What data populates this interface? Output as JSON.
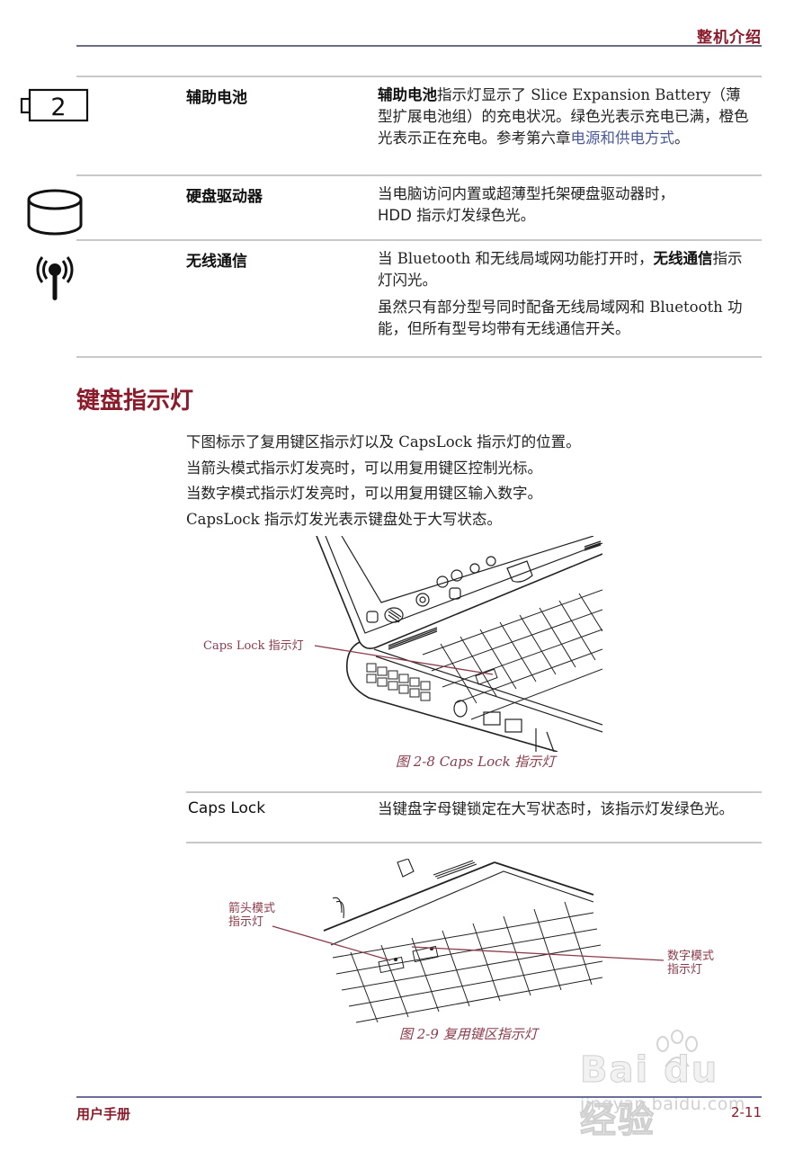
{
  "header": {
    "title": "整机介绍"
  },
  "indicators": [
    {
      "icon": "battery-2-icon",
      "icon_text": "2",
      "label": "辅助电池",
      "desc_bold": "辅助电池",
      "desc_main": "指示灯显示了 Slice Expansion Battery（薄型扩展电池组）的充电状况。绿色光表示充电已满，橙色光表示正在充电。参考第六章",
      "desc_link": "电源和供电方式",
      "desc_end": "。"
    },
    {
      "icon": "hard-disk-icon",
      "label": "硬盘驱动器",
      "desc_line1": "当电脑访问内置或超薄型托架硬盘驱动器时，",
      "desc_line2_sans": "HDD",
      "desc_line2": " 指示灯发绿色光。"
    },
    {
      "icon": "wireless-antenna-icon",
      "label": "无线通信",
      "desc_p1_a": "当 Bluetooth 和无线局域网功能打开时，",
      "desc_p1_bold": "无线通信",
      "desc_p1_b": "指示灯闪光。",
      "desc_p2": "虽然只有部分型号同时配备无线局域网和 Bluetooth 功能，但所有型号均带有无线通信开关。"
    }
  ],
  "section": {
    "heading": "键盘指示灯",
    "intro": [
      "下图标示了复用键区指示灯以及 CapsLock 指示灯的位置。",
      "当箭头模式指示灯发亮时，可以用复用键区控制光标。",
      "当数字模式指示灯发亮时，可以用复用键区输入数字。",
      "CapsLock 指示灯发光表示键盘处于大写状态。"
    ]
  },
  "figure1": {
    "callout": "Caps Lock 指示灯",
    "caption": "图 2-8 Caps Lock 指示灯"
  },
  "caps_table": {
    "label": "Caps Lock",
    "desc": "当键盘字母键锁定在大写状态时，该指示灯发绿色光。"
  },
  "figure2": {
    "callout_left_1": "箭头模式",
    "callout_left_2": "指示灯",
    "callout_right_1": "数字模式",
    "callout_right_2": "指示灯",
    "caption": "图 2-9 复用键区指示灯"
  },
  "watermark": {
    "brand": "Bai du 经验",
    "url": "jingyan.baidu.com"
  },
  "footer": {
    "left": "用户手册",
    "page": "2-11"
  },
  "colors": {
    "accent": "#8b1a2b",
    "rule": "#c8c8c8",
    "link": "#4a5a9a",
    "callout": "#8b3a4a"
  }
}
